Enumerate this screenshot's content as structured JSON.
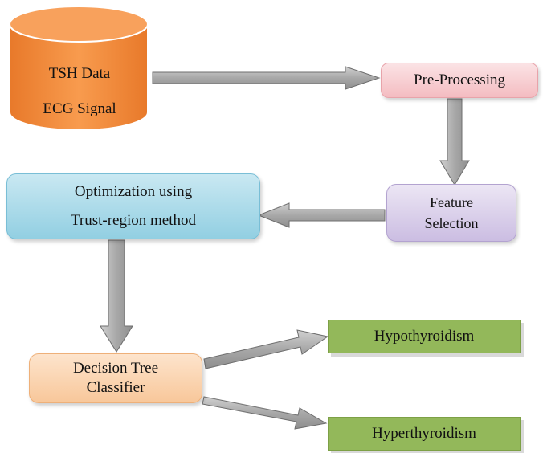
{
  "source": {
    "line1": "TSH Data",
    "line2": "ECG Signal",
    "fill_color": "#f7974a"
  },
  "preprocessing": {
    "label": "Pre-Processing"
  },
  "feature_selection": {
    "line1": "Feature",
    "line2": "Selection"
  },
  "optimization": {
    "line1": "Optimization using",
    "line2": "Trust-region method"
  },
  "classifier": {
    "line1": "Decision Tree",
    "line2": "Classifier"
  },
  "outputs": {
    "hypo_label": "Hypothyroidism",
    "hyper_label": "Hyperthyroidism",
    "fill_color": "#93b85a"
  },
  "arrow_color": "#a6a6a6"
}
